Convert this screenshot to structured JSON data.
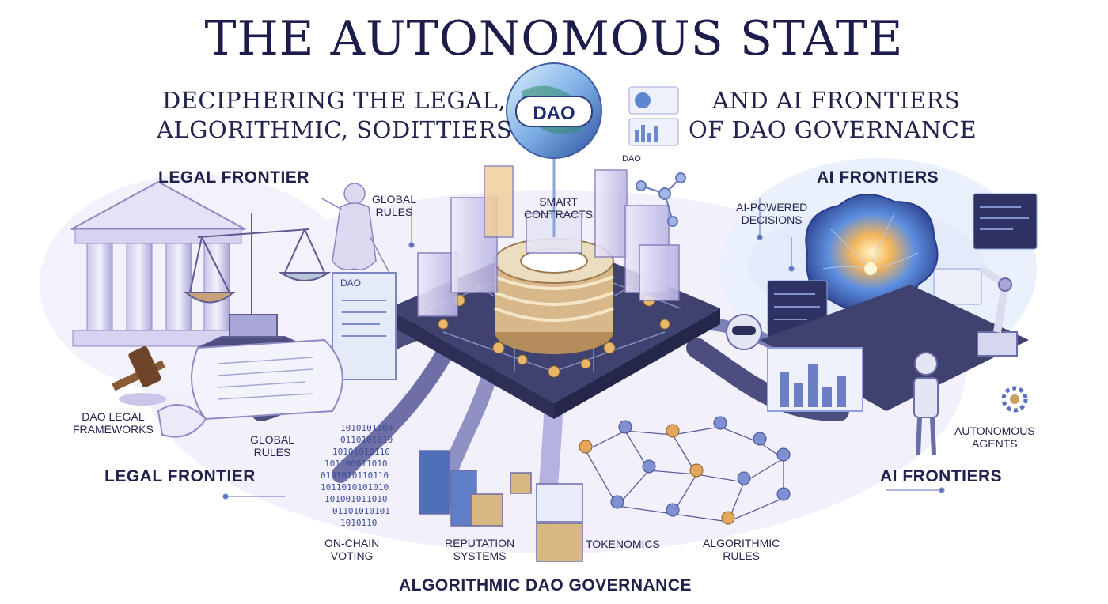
{
  "title": "THE AUTONOMOUS STATE",
  "subtitle": {
    "line1_left": "DECIPHERING THE LEGAL,",
    "line1_right": "AND AI FRONTIERS",
    "line2_left": "ALGORITHMIC, SODITTIERS",
    "line2_right": "OF DAO GOVERNANCE"
  },
  "globe_label": "DAO",
  "sections": {
    "legal_top": "LEGAL FRONTIER",
    "legal_bottom": "LEGAL FRONTIER",
    "ai_top": "AI FRONTIERS",
    "ai_bottom": "AI FRONTIERS",
    "algorithmic": "ALGORITHMIC DAO GOVERNANCE"
  },
  "labels": {
    "global_rules_top": "GLOBAL\nRULES",
    "smart_contracts": "SMART\nCONTRACTS",
    "dao_small": "DAO",
    "ai_powered": "AI-POWERED\nDECISIONS",
    "dao_legal_frameworks": "DAO LEGAL\nFRAMEWORKS",
    "global_rules_bottom": "GLOBAL\nRULES",
    "autonomous_agents": "AUTONOMOUS\nAGENTS",
    "on_chain_voting": "ON-CHAIN\nVOTING",
    "reputation_systems": "REPUTATION\nSYSTEMS",
    "tokenomics": "TOKENOMICS",
    "algorithmic_rules": "ALGORITHMIC\nRULES",
    "scroll_tag": "DAO"
  },
  "colors": {
    "ink": "#1d1f4a",
    "accent_blue": "#4a78c8",
    "accent_gold": "#d8a35a",
    "platform": "#3d3f6e",
    "lavender": "#b9b4e4"
  },
  "icons": [
    "columns-icon",
    "scales-icon",
    "lady-justice-icon",
    "gavel-icon",
    "scroll-icon",
    "globe-icon",
    "coin-stack-icon",
    "brain-icon",
    "robot-icon",
    "robot-arm-icon",
    "network-people-icon",
    "binary-code-icon",
    "cube-icon",
    "chart-icon"
  ]
}
